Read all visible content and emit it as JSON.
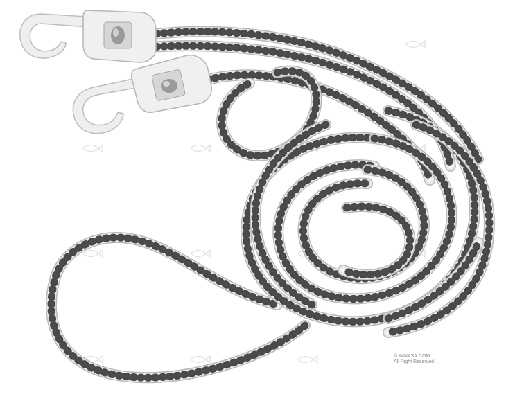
{
  "image": {
    "subject": "white elastic bungee cord with two plastic hooks"
  },
  "watermark": {
    "copyright_line1": "© IMNASA.COM",
    "copyright_line2": "All Right Reserved"
  },
  "colors": {
    "cord_base": "#e9e9e9",
    "cord_highlight": "#ffffff",
    "cord_speckle": "#2b2b2b",
    "hook_plastic": "#eeeeee",
    "hook_shadow": "#bdbdbd",
    "metal_crimp": "#9a9a9a"
  }
}
